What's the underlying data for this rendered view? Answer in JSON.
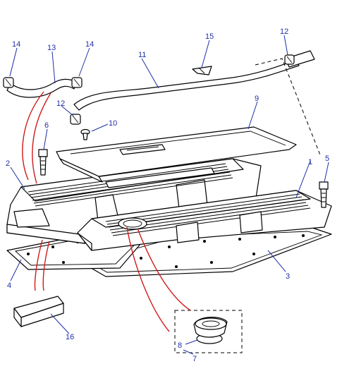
{
  "callouts": [
    "1",
    "2",
    "3",
    "4",
    "5",
    "6",
    "7",
    "8",
    "9",
    "10",
    "11",
    "12",
    "12",
    "13",
    "14",
    "14",
    "15",
    "16"
  ]
}
